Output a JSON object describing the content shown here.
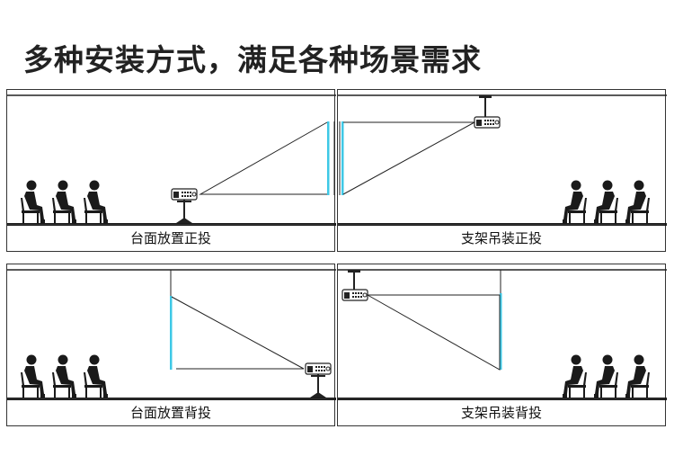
{
  "header": {
    "title": "多种安装方式，满足各种场景需求"
  },
  "panels": [
    {
      "caption": "台面放置正投"
    },
    {
      "caption": "支架吊装正投"
    },
    {
      "caption": "台面放置背投"
    },
    {
      "caption": "支架吊装背投"
    }
  ],
  "colors": {
    "screen": "#3ec8e6",
    "line": "#222222",
    "floor": "#1a1a1a"
  },
  "icons": [
    "person-icon",
    "projector-icon",
    "projection-screen",
    "ceiling-mount-icon",
    "table-stand-icon"
  ]
}
